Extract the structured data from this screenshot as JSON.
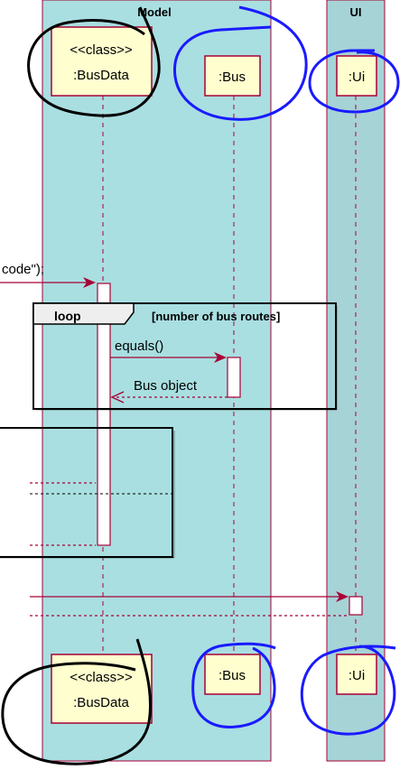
{
  "boxes": {
    "model": {
      "title": "Model",
      "color": "#a9dfe1"
    },
    "ui": {
      "title": "UI",
      "color": "#a6d3d6"
    }
  },
  "participants": {
    "busdata": {
      "stereotype": "<<class>>",
      "name": ":BusData"
    },
    "bus": {
      "name": ":Bus"
    },
    "ui": {
      "name": ":Ui"
    }
  },
  "messages": {
    "incoming": "code\");",
    "equals": "equals()",
    "bus_object": "Bus object"
  },
  "fragments": {
    "loop": {
      "keyword": "loop",
      "guard": "[number of bus routes]"
    }
  },
  "colors": {
    "participant_fill": "#fefece",
    "participant_border": "#a80036",
    "arrow": "#a80036",
    "annotation_black": "#000000",
    "annotation_blue": "#1a1aff"
  }
}
